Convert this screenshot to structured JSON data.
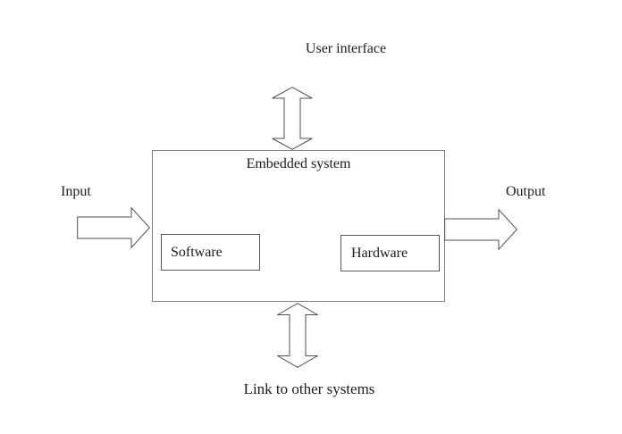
{
  "colors": {
    "background": "#ffffff",
    "text": "#1c1c1c",
    "line": "#4f4f4f",
    "box_border": "#808080",
    "inner_border": "#595959"
  },
  "diagram": {
    "external_labels": {
      "top": "User interface",
      "left": "Input",
      "right": "Output",
      "bottom": "Link to other systems"
    },
    "system": {
      "title": "Embedded system",
      "components": [
        {
          "label": "Software"
        },
        {
          "label": "Hardware"
        }
      ]
    },
    "arrows": [
      {
        "name": "user-interface-link",
        "type": "double-vertical"
      },
      {
        "name": "input",
        "type": "right-block"
      },
      {
        "name": "output",
        "type": "right-block"
      },
      {
        "name": "other-systems-link",
        "type": "double-vertical"
      }
    ]
  }
}
